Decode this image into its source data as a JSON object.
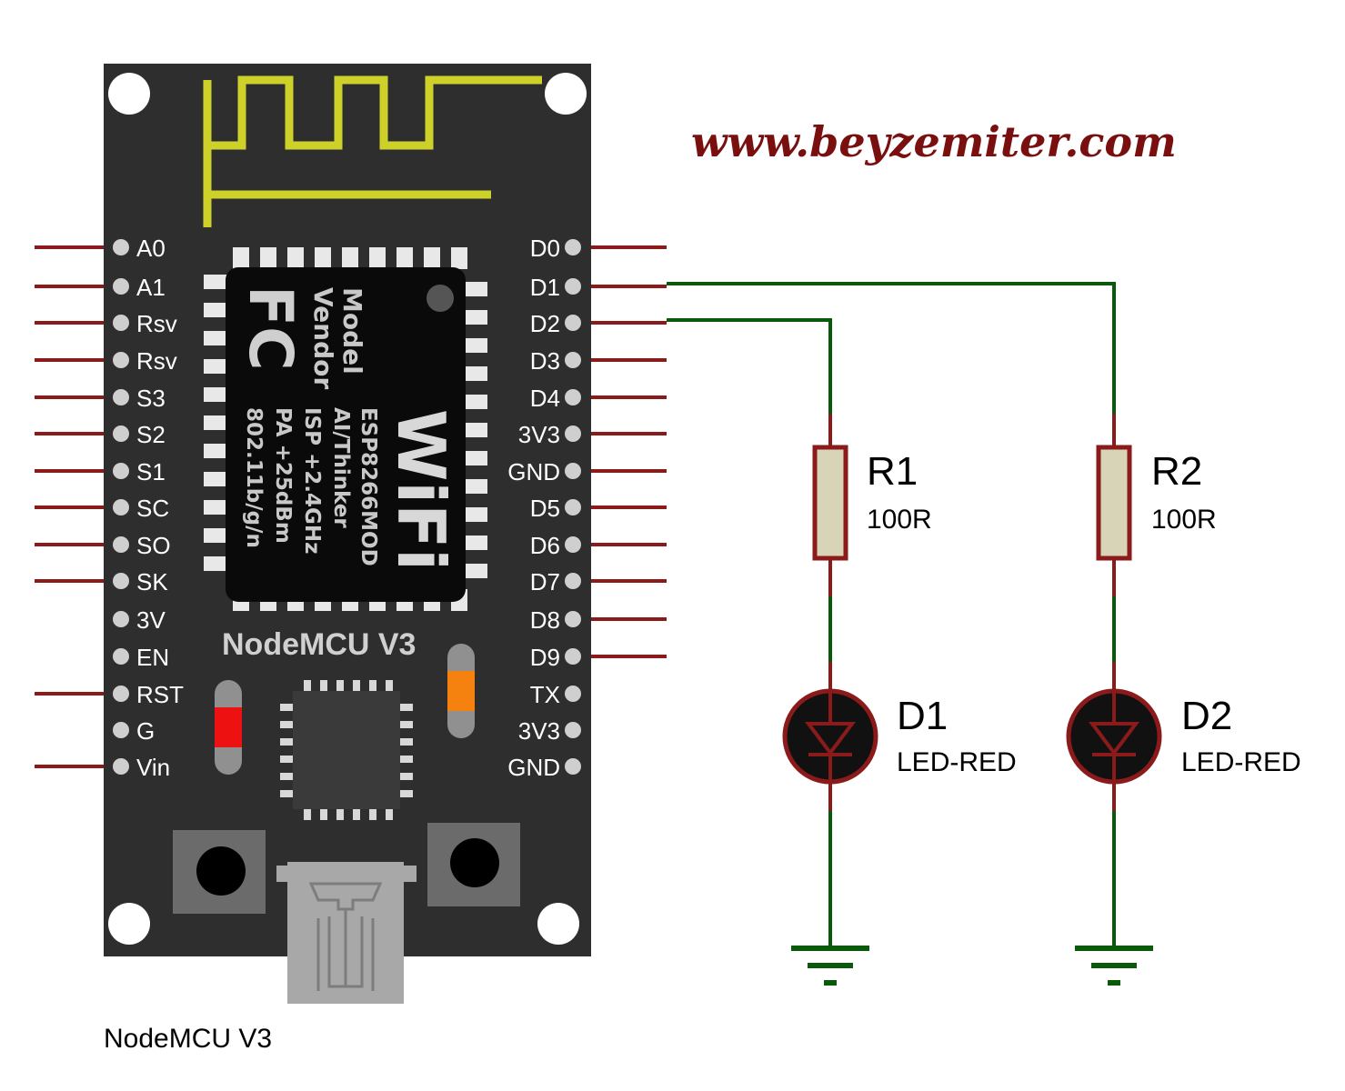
{
  "website": "www.beyzemiter.com",
  "board": {
    "silkscreen": "NodeMCU V3",
    "caption": "NodeMCU V3",
    "left_pins": [
      "A0",
      "A1",
      "Rsv",
      "Rsv",
      "S3",
      "S2",
      "S1",
      "SC",
      "SO",
      "SK",
      "3V",
      "EN",
      "RST",
      "G",
      "Vin"
    ],
    "right_pins": [
      "D0",
      "D1",
      "D2",
      "D3",
      "D4",
      "3V3",
      "GND",
      "D5",
      "D6",
      "D7",
      "D8",
      "D9",
      "TX",
      "3V3",
      "GND"
    ],
    "module": {
      "logo": "FC",
      "line1": "Model",
      "line2": "Vendor",
      "wifi": "WiFi",
      "spec1": "ESP8266MOD",
      "spec2": "AI/Thinker",
      "spec3": "ISP +2.4GHz",
      "spec4": "PA +25dBm",
      "spec5": "802.11b/g/n"
    }
  },
  "components": [
    {
      "ref": "R1",
      "value": "100R"
    },
    {
      "ref": "R2",
      "value": "100R"
    },
    {
      "ref": "D1",
      "value": "LED-RED"
    },
    {
      "ref": "D2",
      "value": "LED-RED"
    }
  ],
  "colors": {
    "board": "#2e2e2e",
    "pin_wire": "#8b1a1a",
    "net_wire": "#0b5a0b",
    "antenna": "#cdd12a",
    "website": "#7a0f0f",
    "resistor_fill": "#d8d4b8",
    "led_dark": "#111111"
  }
}
